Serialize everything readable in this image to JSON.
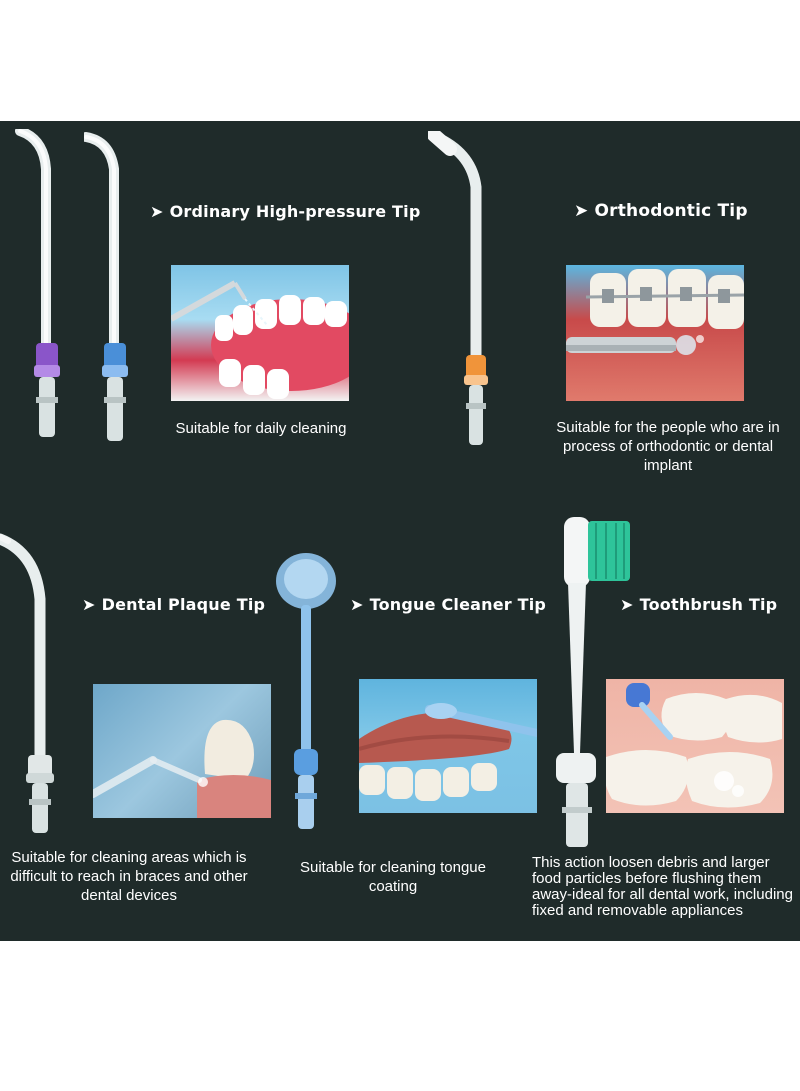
{
  "sections": {
    "ordinary": {
      "arrow": "➤",
      "title": "Ordinary High-pressure Tip",
      "caption": "Suitable for daily cleaning"
    },
    "orthodontic": {
      "arrow": "➤",
      "title": "Orthodontic Tip",
      "caption": "Suitable for the people who are in process of orthodontic or dental implant"
    },
    "plaque": {
      "arrow": "➤",
      "title": "Dental Plaque Tip",
      "caption": "Suitable for cleaning areas which is difficult to reach in braces and other dental devices"
    },
    "tongue": {
      "arrow": "➤",
      "title": "Tongue Cleaner Tip",
      "caption": "Suitable for cleaning tongue coating"
    },
    "toothbrush": {
      "arrow": "➤",
      "title": "Toothbrush Tip",
      "caption": "This action loosen debris and larger food particles before flushing them away-ideal for all dental work, including fixed and removable appliances"
    }
  },
  "colors": {
    "background": "#1f2b2a",
    "purple_ring": "#8a55c9",
    "blue_ring": "#4a8fd8",
    "orange_ring": "#f0943a",
    "tongue_tip": "#8fc3ec",
    "bristles": "#2ec49a"
  }
}
